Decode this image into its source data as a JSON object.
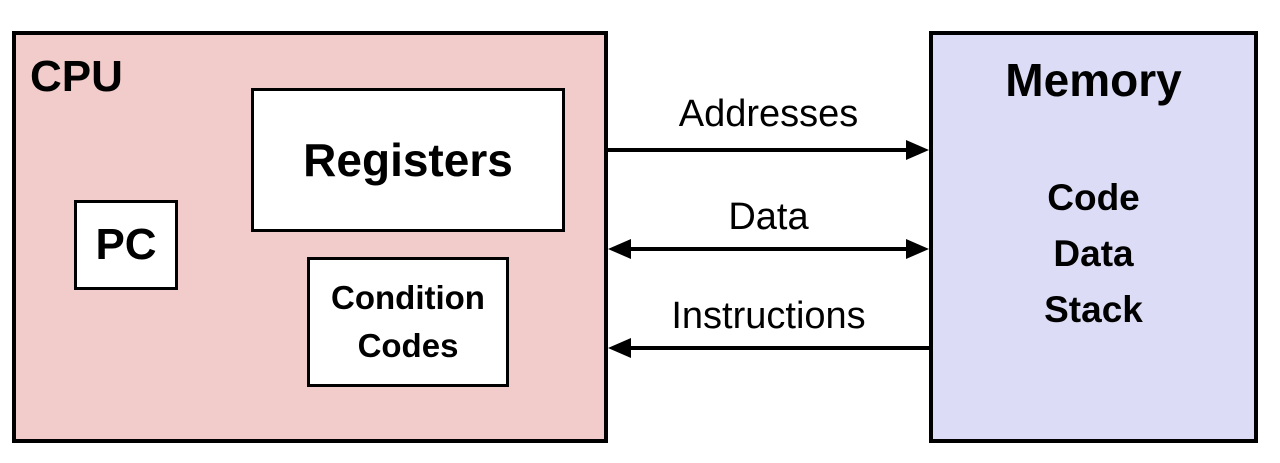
{
  "cpu": {
    "title": "CPU",
    "registers": "Registers",
    "pc": "PC",
    "condition_codes": [
      "Condition",
      "Codes"
    ],
    "color": "#f2cbcb"
  },
  "memory": {
    "title": "Memory",
    "items": [
      "Code",
      "Data",
      "Stack"
    ],
    "color": "#dcdcf6"
  },
  "connections": {
    "addresses": "Addresses",
    "data": "Data",
    "instructions": "Instructions"
  }
}
